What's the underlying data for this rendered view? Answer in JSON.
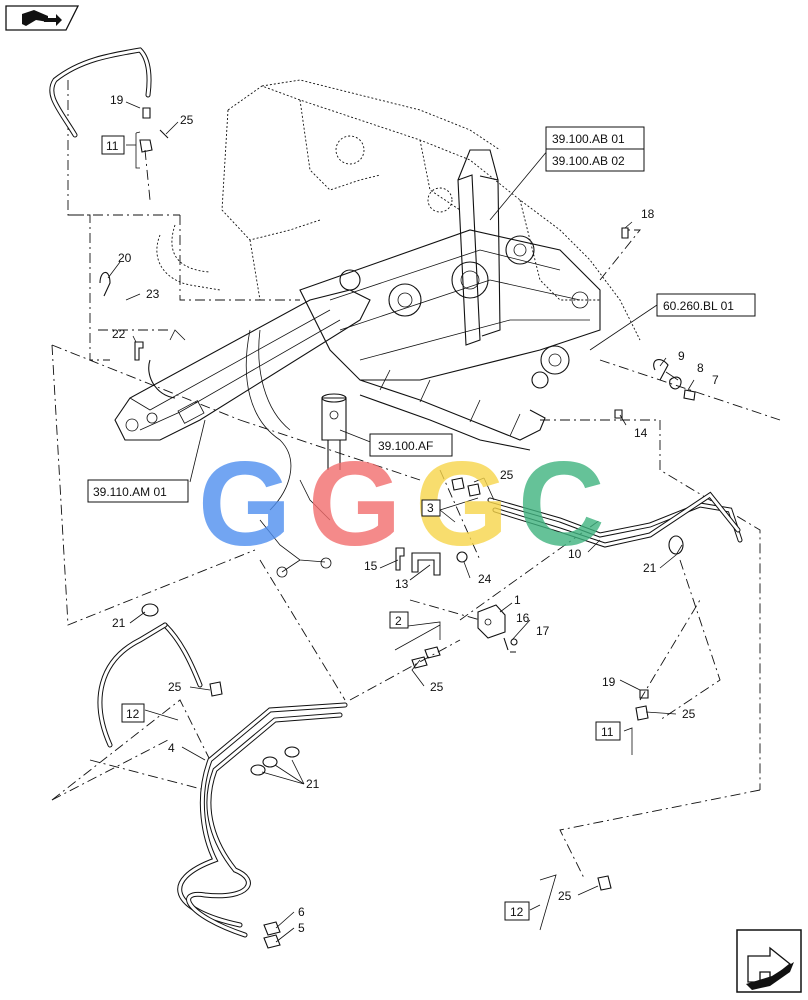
{
  "ref_labels": {
    "r1": "39.100.AB 01",
    "r2": "39.100.AB 02",
    "r3": "60.260.BL 01",
    "r4": "39.100.AF",
    "r5": "39.110.AM 01"
  },
  "boxed_callouts": {
    "b11a": "11",
    "b11b": "11",
    "b12a": "12",
    "b12b": "12",
    "b2": "2",
    "b3": "3"
  },
  "callouts": {
    "c19a": "19",
    "c25a": "25",
    "c20": "20",
    "c23": "23",
    "c22": "22",
    "c18": "18",
    "c9": "9",
    "c8": "8",
    "c7": "7",
    "c14": "14",
    "c25b": "25",
    "c10": "10",
    "c21a": "21",
    "c15": "15",
    "c13": "13",
    "c24": "24",
    "c1": "1",
    "c16": "16",
    "c17": "17",
    "c21b": "21",
    "c25c": "25",
    "c25d": "25",
    "c19b": "19",
    "c25e": "25",
    "c4": "4",
    "c21c": "21",
    "c25f": "25",
    "c6": "6",
    "c5": "5"
  },
  "watermark": {
    "letters": [
      "G",
      "G",
      "G",
      "C"
    ],
    "colors": [
      "#4f8ff0",
      "#f26d6d",
      "#f7d54a",
      "#3fb37f"
    ]
  },
  "icons": {
    "top_left": "book-arrow-icon",
    "bottom_right": "next-page-arrow-icon"
  }
}
